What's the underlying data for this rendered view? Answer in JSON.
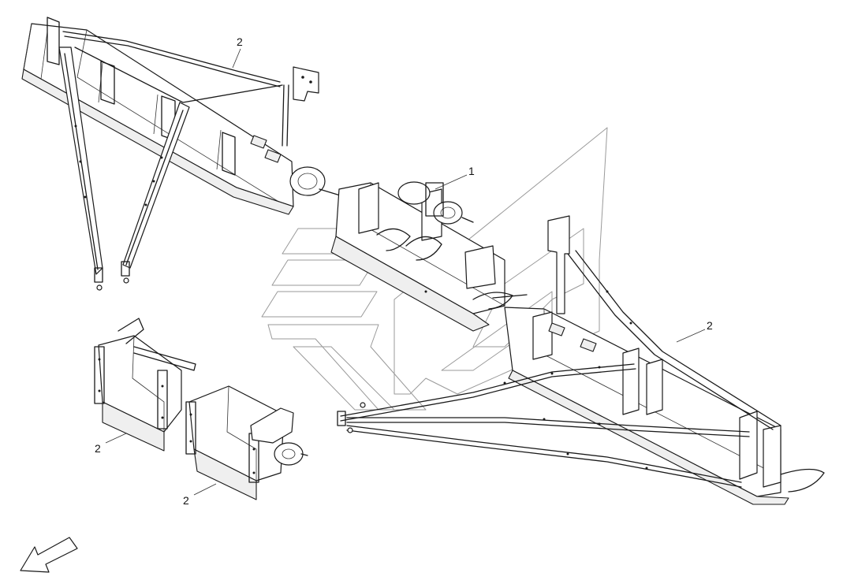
{
  "diagram": {
    "callouts": [
      {
        "id": "left-upper-boom",
        "label": "2"
      },
      {
        "id": "center-frame",
        "label": "1"
      },
      {
        "id": "right-boom",
        "label": "2"
      },
      {
        "id": "left-section",
        "label": "2"
      },
      {
        "id": "lower-section",
        "label": "2"
      }
    ],
    "orientation_arrow": "direction-arrow-icon",
    "watermark": "stripes-logo"
  }
}
